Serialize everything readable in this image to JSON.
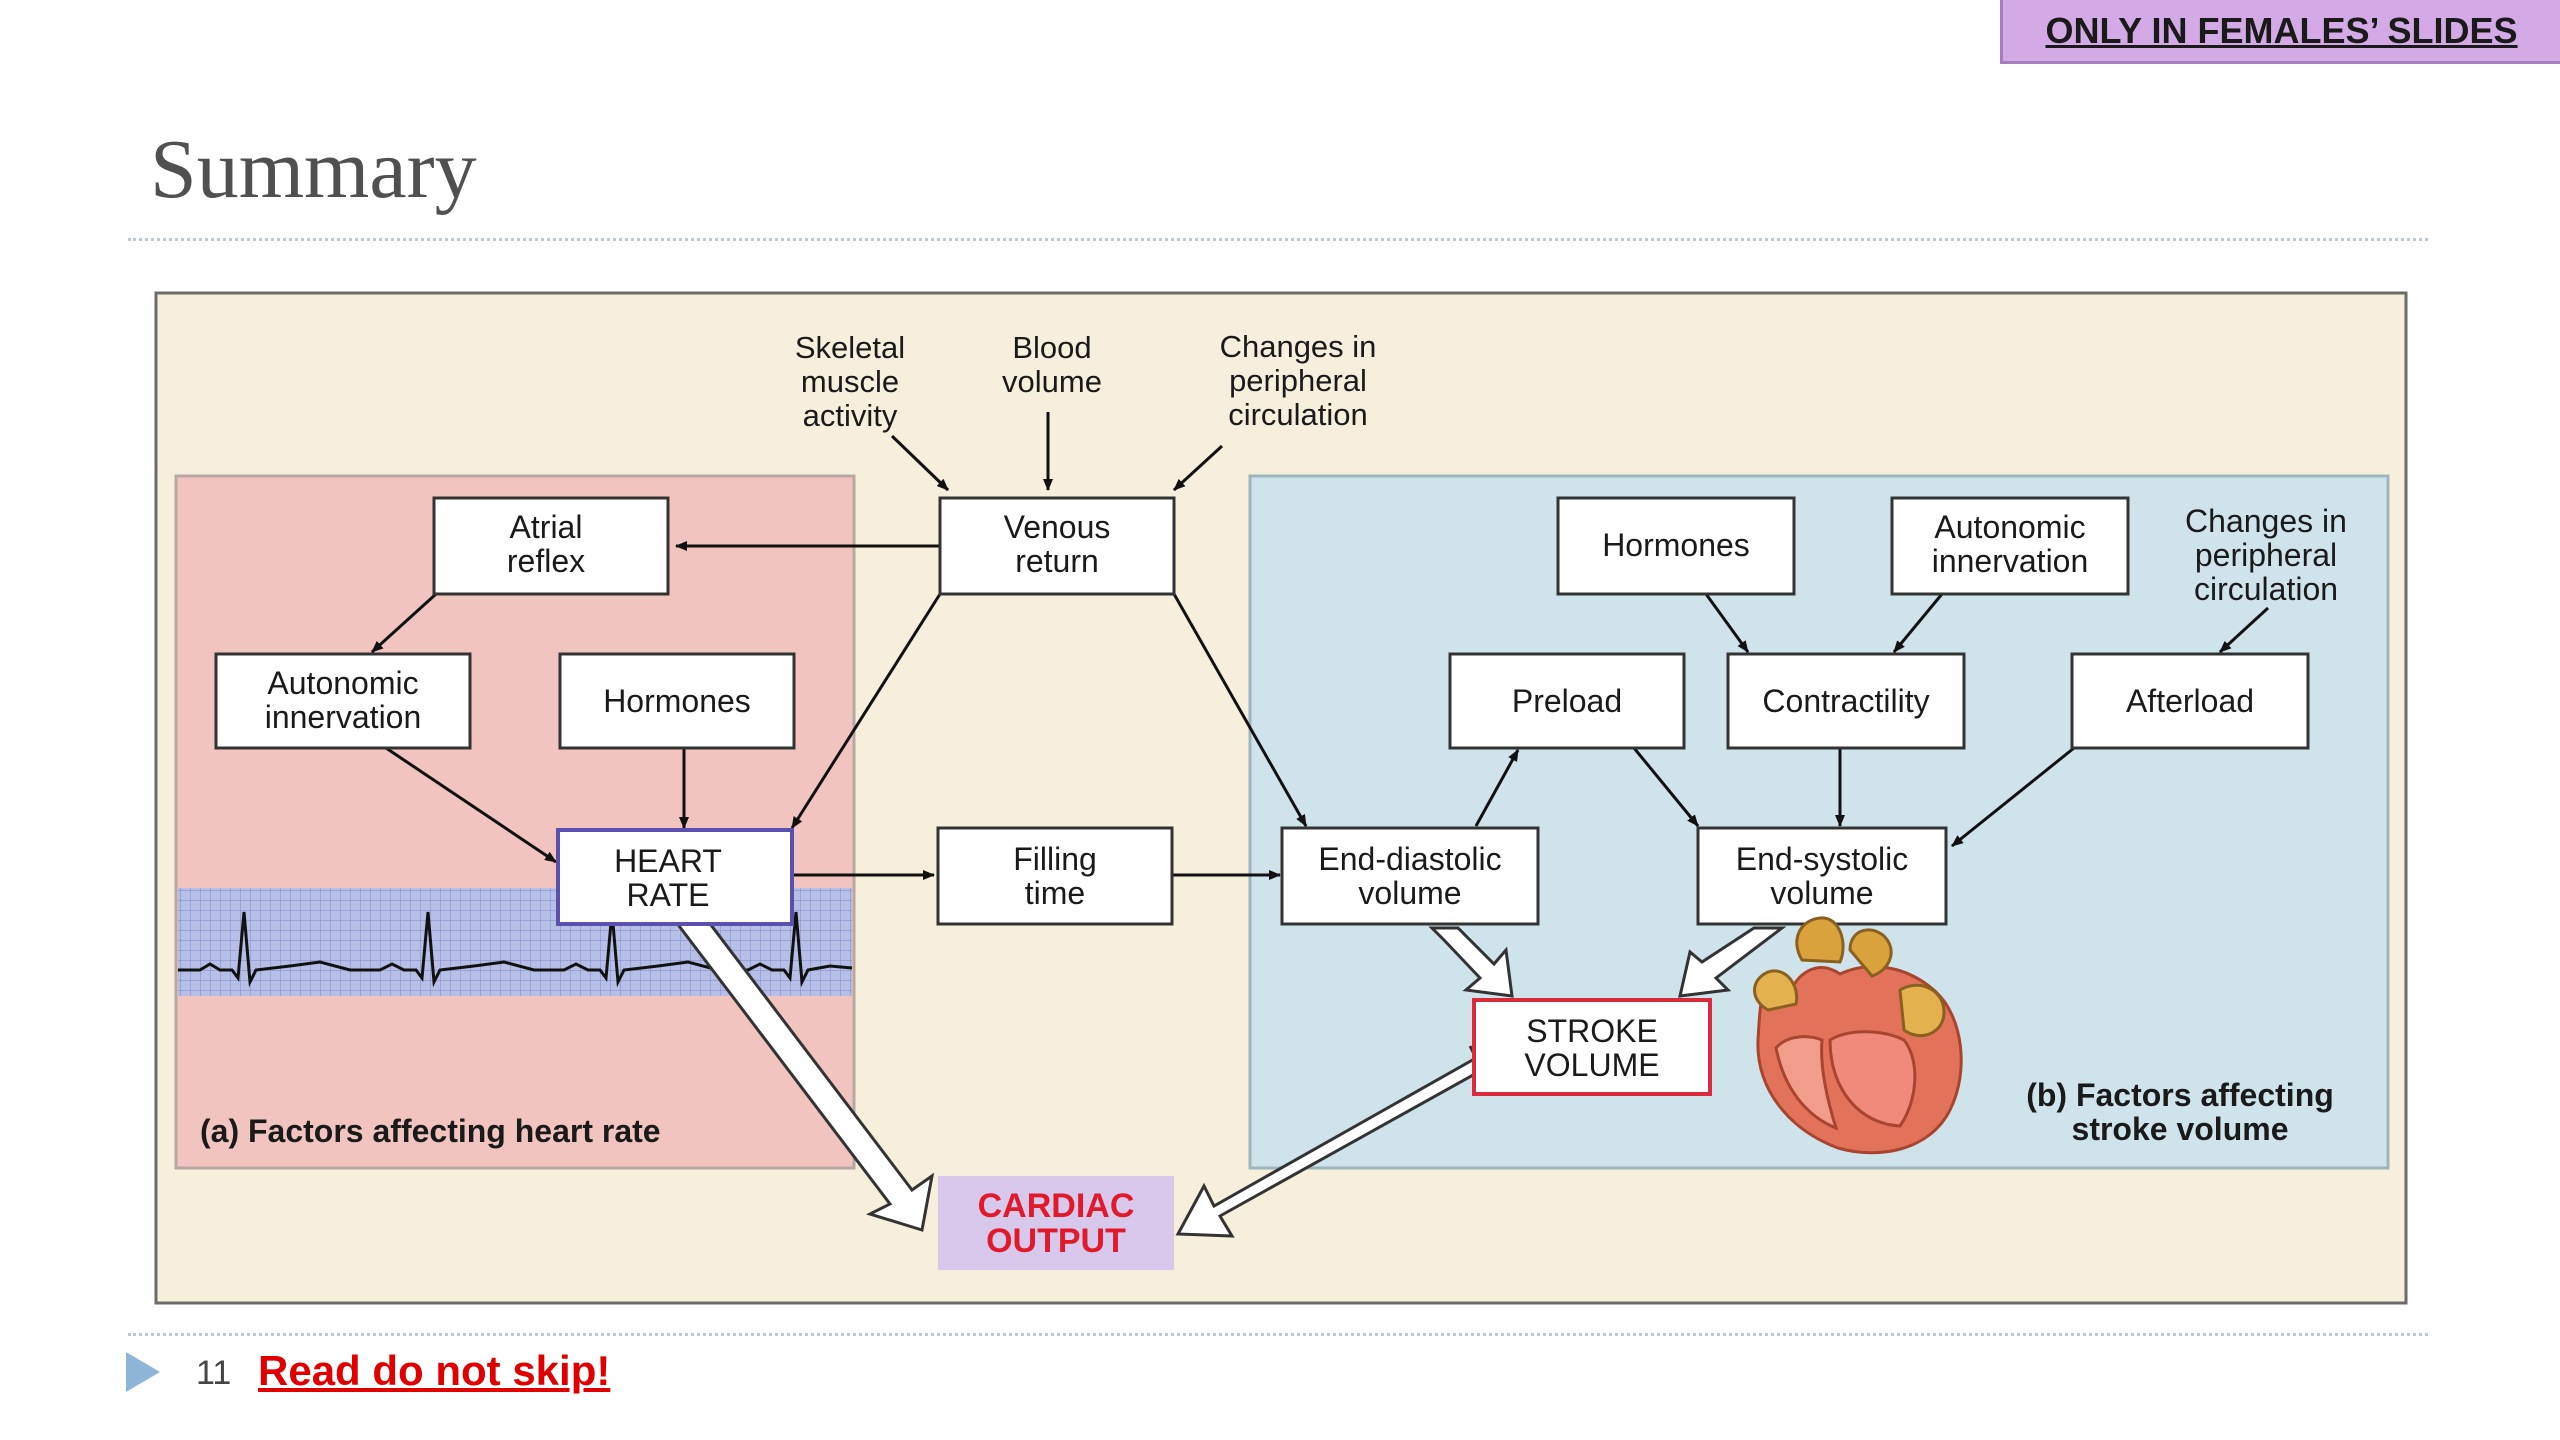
{
  "badge": {
    "label": "ONLY IN FEMALES’ SLIDES"
  },
  "slide": {
    "title": "Summary"
  },
  "footer": {
    "slide_number": "11",
    "link_text": "Read do not skip!"
  },
  "diagram": {
    "top_inputs": {
      "skeletal": [
        "Skeletal",
        "muscle",
        "activity"
      ],
      "blood": [
        "Blood",
        "volume"
      ],
      "periph": [
        "Changes in",
        "peripheral",
        "circulation"
      ]
    },
    "nodes": {
      "venous_return": [
        "Venous",
        "return"
      ],
      "atrial_reflex": [
        "Atrial",
        "reflex"
      ],
      "autonomic_a": [
        "Autonomic",
        "innervation"
      ],
      "hormones_a": [
        "Hormones"
      ],
      "heart_rate": [
        "HEART",
        "RATE"
      ],
      "filling_time": [
        "Filling",
        "time"
      ],
      "hormones_b": [
        "Hormones"
      ],
      "autonomic_b": [
        "Autonomic",
        "innervation"
      ],
      "periph_b": [
        "Changes in",
        "peripheral",
        "circulation"
      ],
      "preload": [
        "Preload"
      ],
      "contractility": [
        "Contractility"
      ],
      "afterload": [
        "Afterload"
      ],
      "edv": [
        "End-diastolic",
        "volume"
      ],
      "esv": [
        "End-systolic",
        "volume"
      ],
      "stroke_volume": [
        "STROKE",
        "VOLUME"
      ],
      "cardiac_output": [
        "CARDIAC",
        "OUTPUT"
      ]
    },
    "panels": {
      "a_caption": "(a) Factors affecting heart rate",
      "b_caption": [
        "(b) Factors affecting",
        "stroke volume"
      ]
    },
    "colors": {
      "frame_bg": "#f5efdc",
      "panel_a": "#f1c4bf",
      "panel_b": "#cfe4ea",
      "heart_rate_border": "#5b4fb0",
      "stroke_border": "#d92b3a",
      "cardiac_bg": "#d8c8ec",
      "cardiac_text": "#e11a2b"
    }
  }
}
